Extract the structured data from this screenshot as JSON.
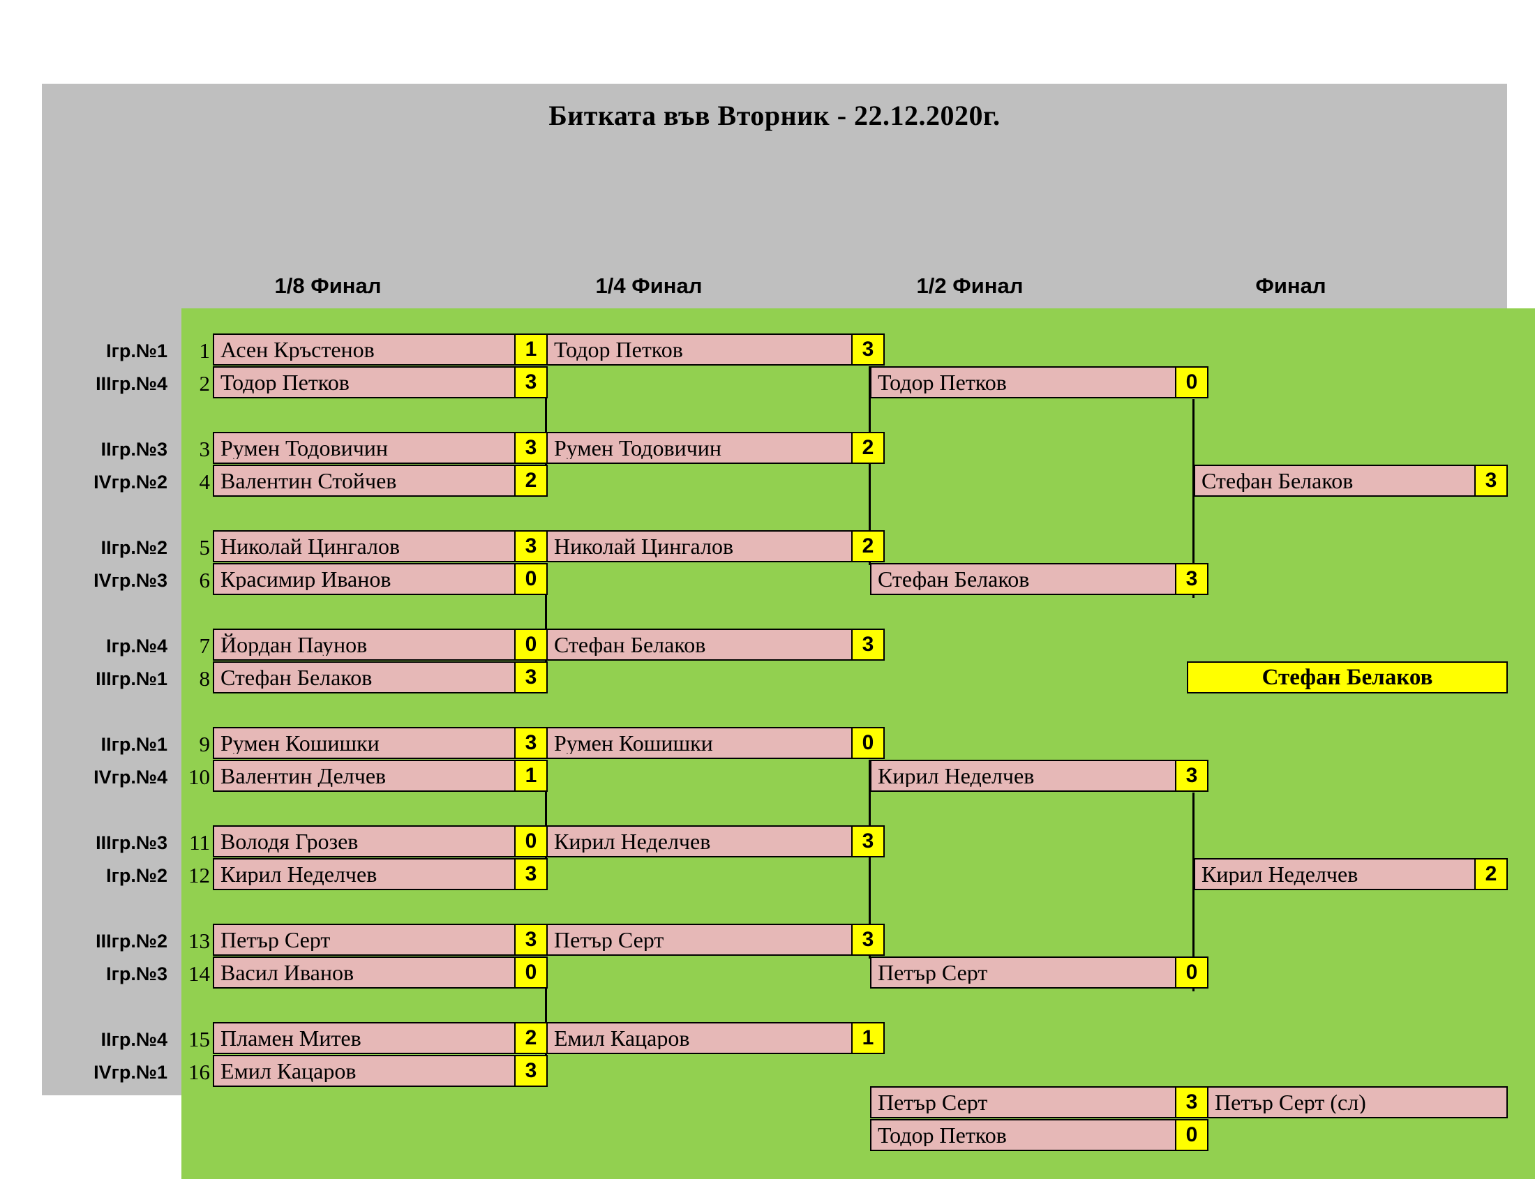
{
  "title": "Битката във Вторник - 22.12.2020г.",
  "rounds": [
    {
      "label": "1/8 Финал"
    },
    {
      "label": "1/4 Финал"
    },
    {
      "label": "1/2 Финал"
    },
    {
      "label": "Финал"
    }
  ],
  "colors": {
    "sheet": "#bfbfbf",
    "field": "#92d050",
    "slot": "#e6b8b7",
    "score": "#ffff00",
    "champion": "#ffff00",
    "border": "#000000"
  },
  "seeds": [
    "Iгр.№1",
    "IIIгр.№4",
    "IIгр.№3",
    "IVгр.№2",
    "IIгр.№2",
    "IVгр.№3",
    "Iгр.№4",
    "IIIгр.№1",
    "IIгр.№1",
    "IVгр.№4",
    "IIIгр.№3",
    "Iгр.№2",
    "IIIгр.№2",
    "Iгр.№3",
    "IIгр.№4",
    "IVгр.№1"
  ],
  "numbers": [
    "1",
    "2",
    "3",
    "4",
    "5",
    "6",
    "7",
    "8",
    "9",
    "10",
    "11",
    "12",
    "13",
    "14",
    "15",
    "16"
  ],
  "round16": [
    {
      "name": "Асен Кръстенов",
      "score": "1"
    },
    {
      "name": "Тодор Петков",
      "score": "3"
    },
    {
      "name": "Румен Тодовичин",
      "score": "3"
    },
    {
      "name": "Валентин Стойчев",
      "score": "2"
    },
    {
      "name": "Николай Цингалов",
      "score": "3"
    },
    {
      "name": "Красимир Иванов",
      "score": "0"
    },
    {
      "name": "Йордан Паунов",
      "score": "0"
    },
    {
      "name": "Стефан Белаков",
      "score": "3"
    },
    {
      "name": "Румен Кошишки",
      "score": "3"
    },
    {
      "name": "Валентин Делчев",
      "score": "1"
    },
    {
      "name": "Володя Грозев",
      "score": "0"
    },
    {
      "name": "Кирил Неделчев",
      "score": "3"
    },
    {
      "name": "Петър Серт",
      "score": "3"
    },
    {
      "name": "Васил Иванов",
      "score": "0"
    },
    {
      "name": "Пламен Митев",
      "score": "2"
    },
    {
      "name": "Емил Кацаров",
      "score": "3"
    }
  ],
  "quarter": [
    {
      "name": "Тодор Петков",
      "score": "3"
    },
    {
      "name": "Румен Тодовичин",
      "score": "2"
    },
    {
      "name": "Николай Цингалов",
      "score": "2"
    },
    {
      "name": "Стефан Белаков",
      "score": "3"
    },
    {
      "name": "Румен Кошишки",
      "score": "0"
    },
    {
      "name": "Кирил Неделчев",
      "score": "3"
    },
    {
      "name": "Петър Серт",
      "score": "3"
    },
    {
      "name": "Емил Кацаров",
      "score": "1"
    }
  ],
  "semi": [
    {
      "name": "Тодор Петков",
      "score": "0"
    },
    {
      "name": "Стефан Белаков",
      "score": "3"
    },
    {
      "name": "Кирил Неделчев",
      "score": "3"
    },
    {
      "name": "Петър Серт",
      "score": "0"
    }
  ],
  "final": [
    {
      "name": "Стефан Белаков",
      "score": "3"
    },
    {
      "name": "Кирил Неделчев",
      "score": "2"
    }
  ],
  "champion": {
    "name": "Стефан Белаков"
  },
  "third_place": {
    "players": [
      {
        "name": "Петър Серт",
        "score": "3"
      },
      {
        "name": "Тодор Петков",
        "score": "0"
      }
    ],
    "winner": "Петър Серт (сл)"
  }
}
